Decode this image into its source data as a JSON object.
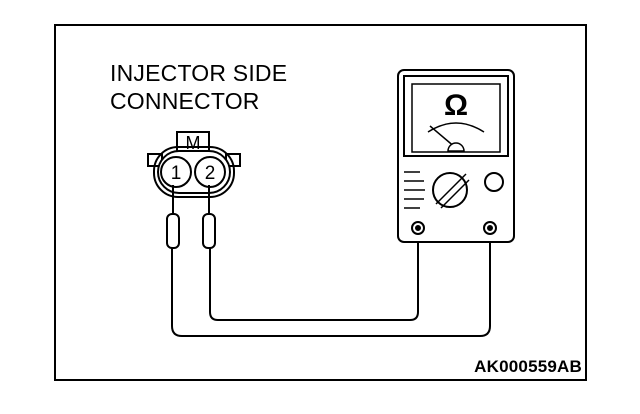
{
  "diagram": {
    "label_line1": "INJECTOR SIDE",
    "label_line2": "CONNECTOR",
    "connector_mark": "M",
    "pin1": "1",
    "pin2": "2",
    "meter_symbol": "Ω",
    "figure_code": "AK000559AB"
  }
}
